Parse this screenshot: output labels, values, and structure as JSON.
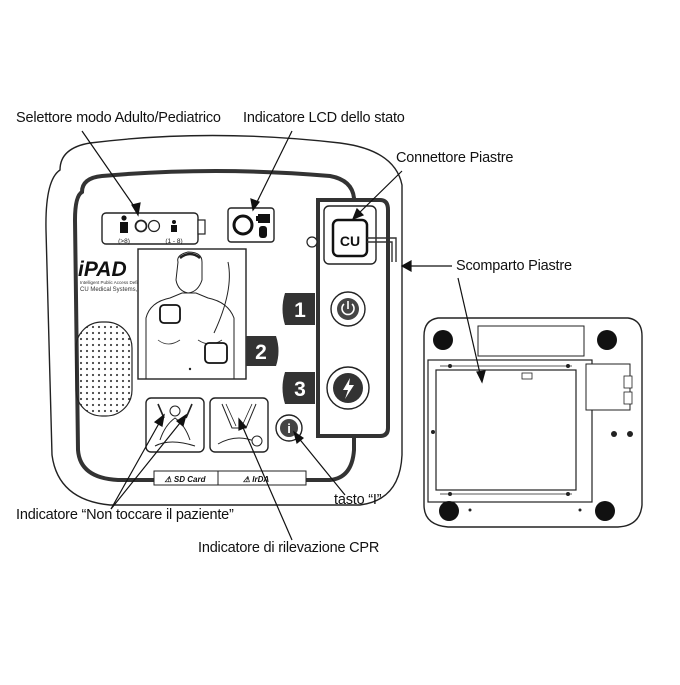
{
  "labels": {
    "mode_selector": "Selettore modo Adulto/Pediatrico",
    "lcd_status": "Indicatore LCD dello stato",
    "pad_connector": "Connettore Piastre",
    "pad_compartment": "Scomparto Piastre",
    "no_touch": "Indicatore “Non toccare il paziente”",
    "i_button": "tasto “I”",
    "cpr_detection": "Indicatore di rilevazione CPR"
  },
  "device": {
    "brand": "iPAD",
    "brand_sub1": "Intelligent Public Access Defibrillator",
    "brand_sub2": "CU Medical Systems, Inc.",
    "adult_range": "(>8)",
    "child_range": "(1 - 8)",
    "connector_logo": "CU",
    "step1": "1",
    "step2": "2",
    "step3": "3",
    "info_glyph": "i",
    "sd_card": "⚠ SD Card",
    "irda": "⚠ IrDA"
  },
  "icons": {
    "power": "power-icon",
    "shock": "lightning-icon",
    "info": "info-icon"
  }
}
